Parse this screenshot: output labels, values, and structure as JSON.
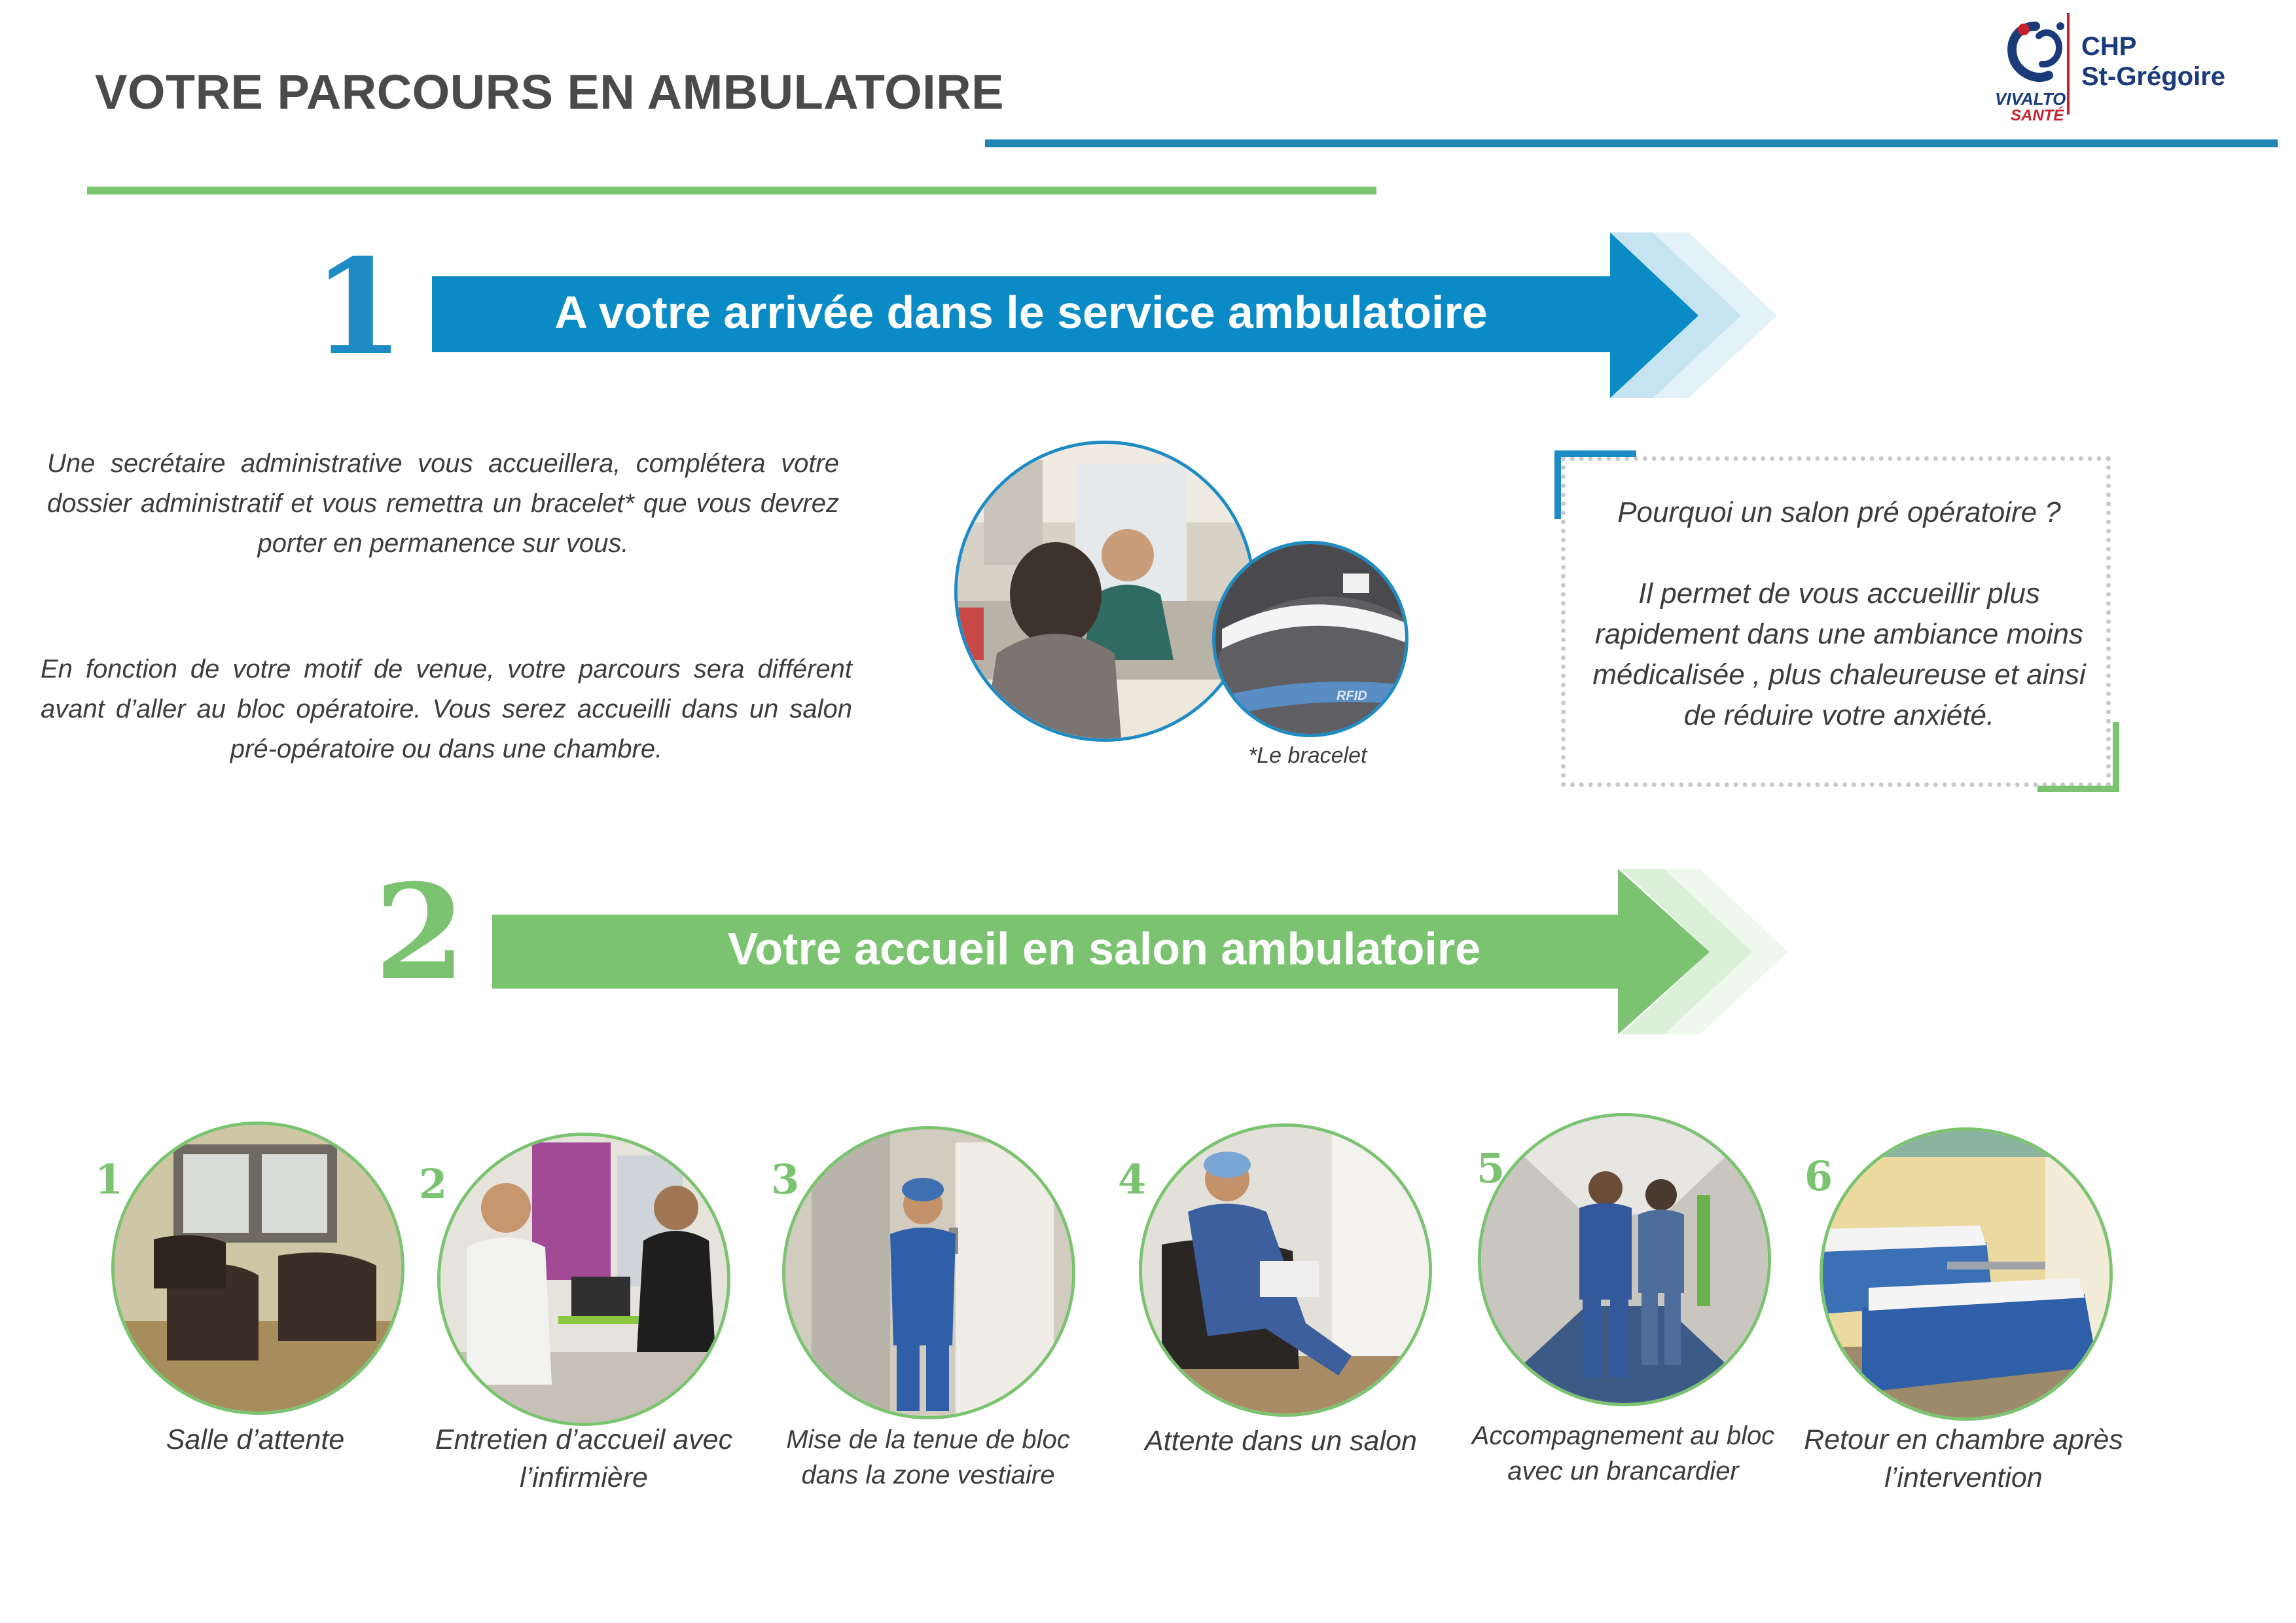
{
  "header": {
    "title": "VOTRE PARCOURS EN AMBULATOIRE",
    "logo": {
      "brand_line1": "CHP",
      "brand_line2": "St-Grégoire",
      "group_line1": "VIVALTO",
      "group_line2": "SANTÉ"
    }
  },
  "step1": {
    "number": "1",
    "title": "A votre arrivée dans le service ambulatoire",
    "paragraph1": "Une secrétaire administrative vous accueillera, complétera votre dossier administratif et vous remettra un bracelet* que vous devrez porter en permanence sur vous.",
    "paragraph2": "En fonction de votre motif de venue, votre parcours sera différent avant d’aller au bloc opératoire. Vous serez accueilli dans un salon pré-opératoire ou dans une chambre.",
    "bracelet_text": "RFID",
    "bracelet_caption": "*Le bracelet",
    "infobox": {
      "question": "Pourquoi un salon pré opératoire ?",
      "answer": "Il permet de vous accueillir plus rapidement dans une ambiance moins médicalisée , plus chaleureuse et ainsi de réduire votre anxiété."
    }
  },
  "step2": {
    "number": "2",
    "title": "Votre accueil en salon ambulatoire",
    "steps": [
      {
        "number": "1",
        "label": "Salle d’attente"
      },
      {
        "number": "2",
        "label": "Entretien d’accueil avec l’infirmière"
      },
      {
        "number": "3",
        "label": "Mise de la tenue de bloc dans la zone vestiaire"
      },
      {
        "number": "4",
        "label": "Attente dans un salon"
      },
      {
        "number": "5",
        "label": "Accompagnement au bloc avec un brancardier"
      },
      {
        "number": "6",
        "label": "Retour en chambre après l’intervention"
      }
    ]
  },
  "colors": {
    "blue": "#0a8bc6",
    "green": "#7bc371",
    "title_gray": "#4a4a4a",
    "logo_navy": "#1a3a7a",
    "logo_red": "#c8202f"
  }
}
